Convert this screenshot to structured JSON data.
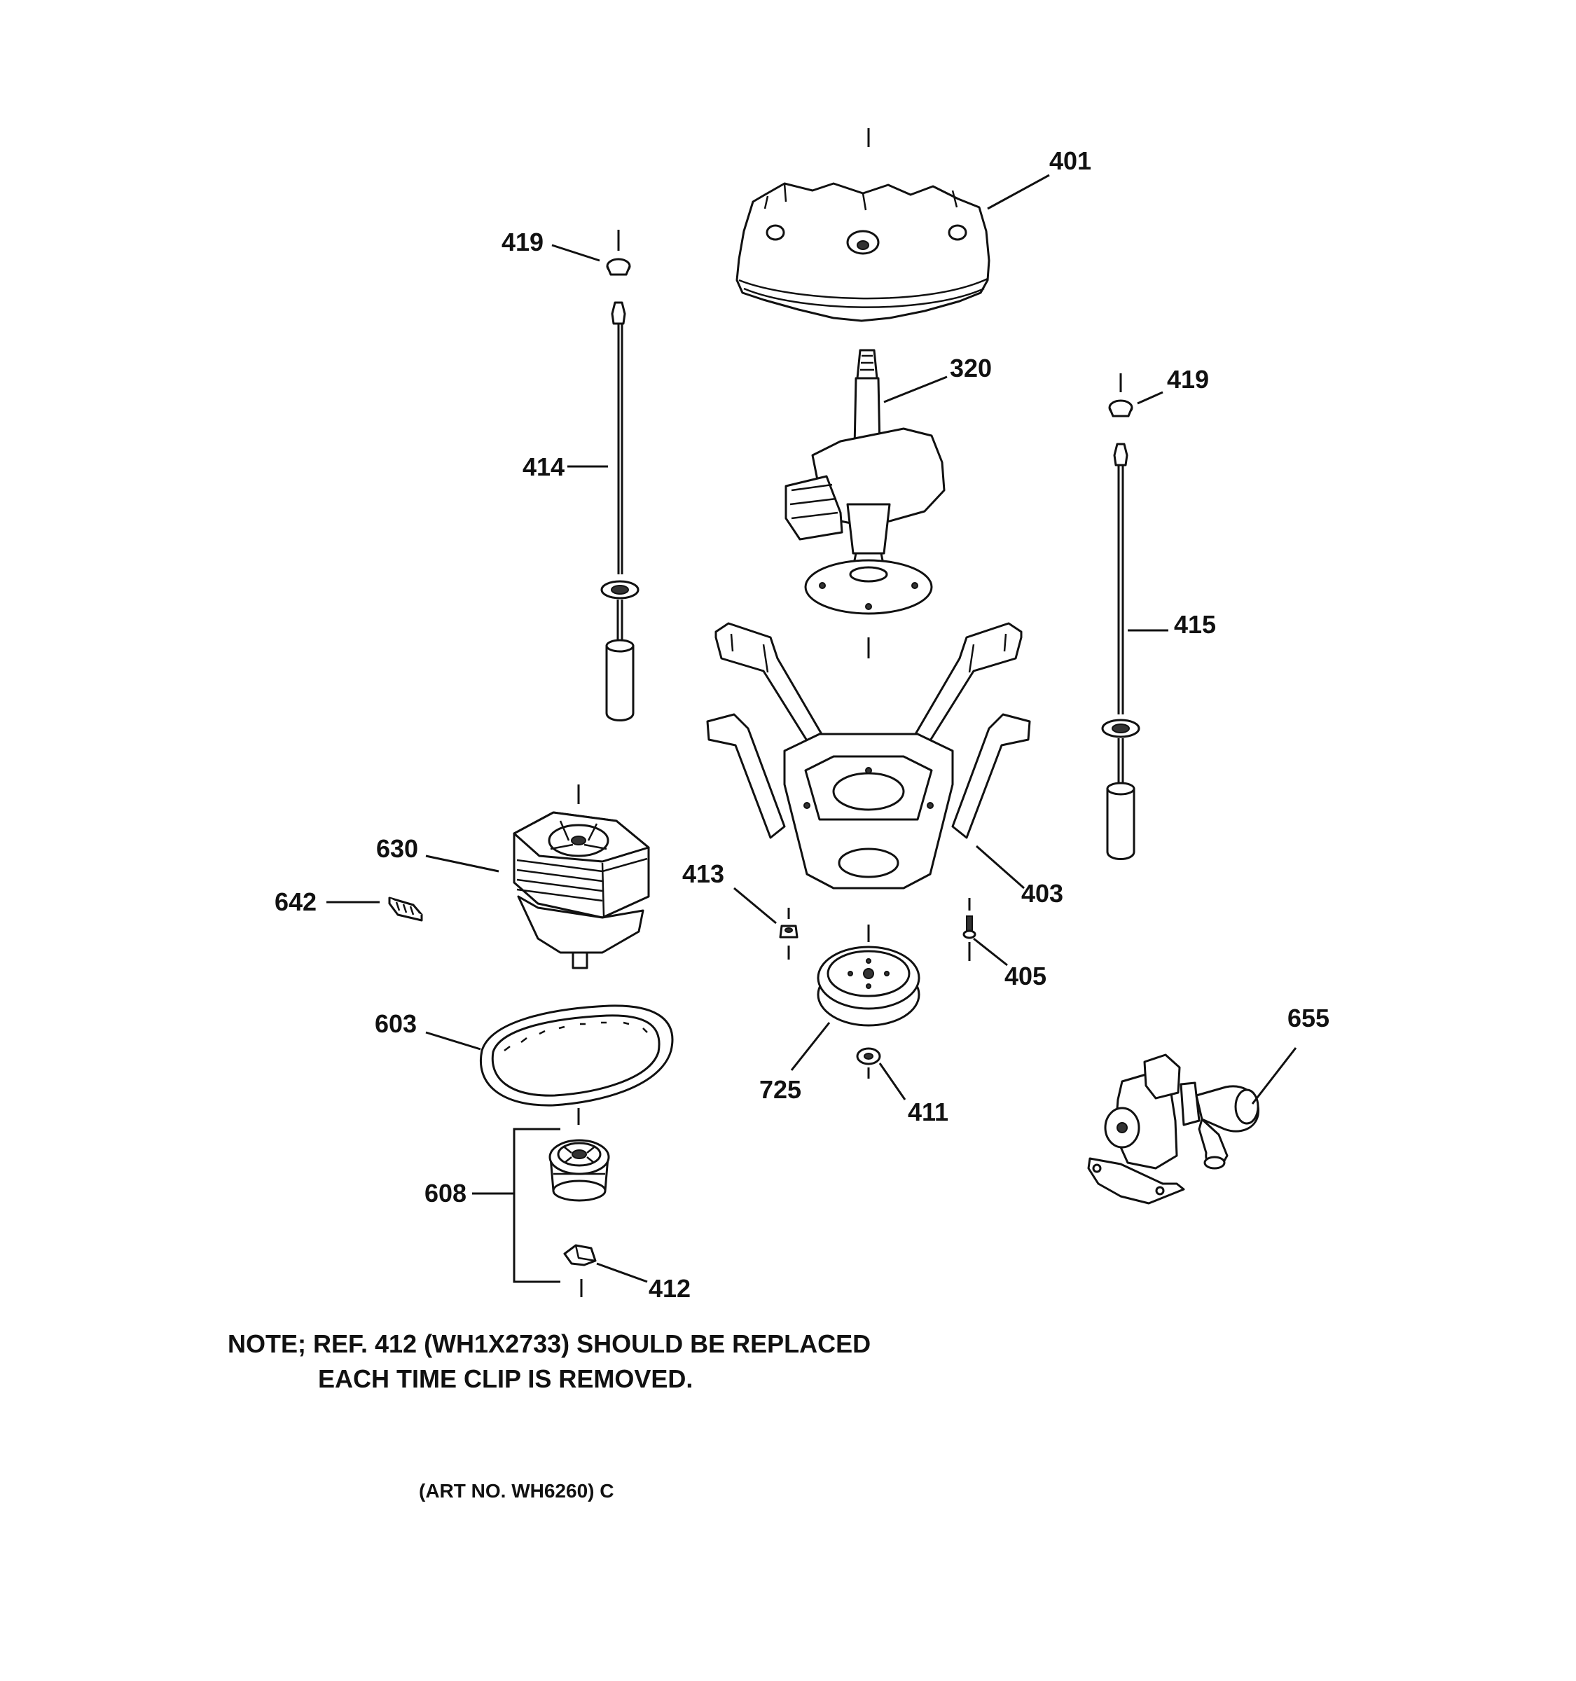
{
  "callouts": {
    "c401": "401",
    "c419a": "419",
    "c419b": "419",
    "c320": "320",
    "c414": "414",
    "c415": "415",
    "c630": "630",
    "c642": "642",
    "c413": "413",
    "c403": "403",
    "c405": "405",
    "c603": "603",
    "c655": "655",
    "c725": "725",
    "c411": "411",
    "c608": "608",
    "c412": "412"
  },
  "note": {
    "line1": "NOTE; REF. 412 (WH1X2733) SHOULD BE REPLACED",
    "line2": "EACH TIME CLIP IS REMOVED."
  },
  "art_number": "(ART NO. WH6260) C"
}
